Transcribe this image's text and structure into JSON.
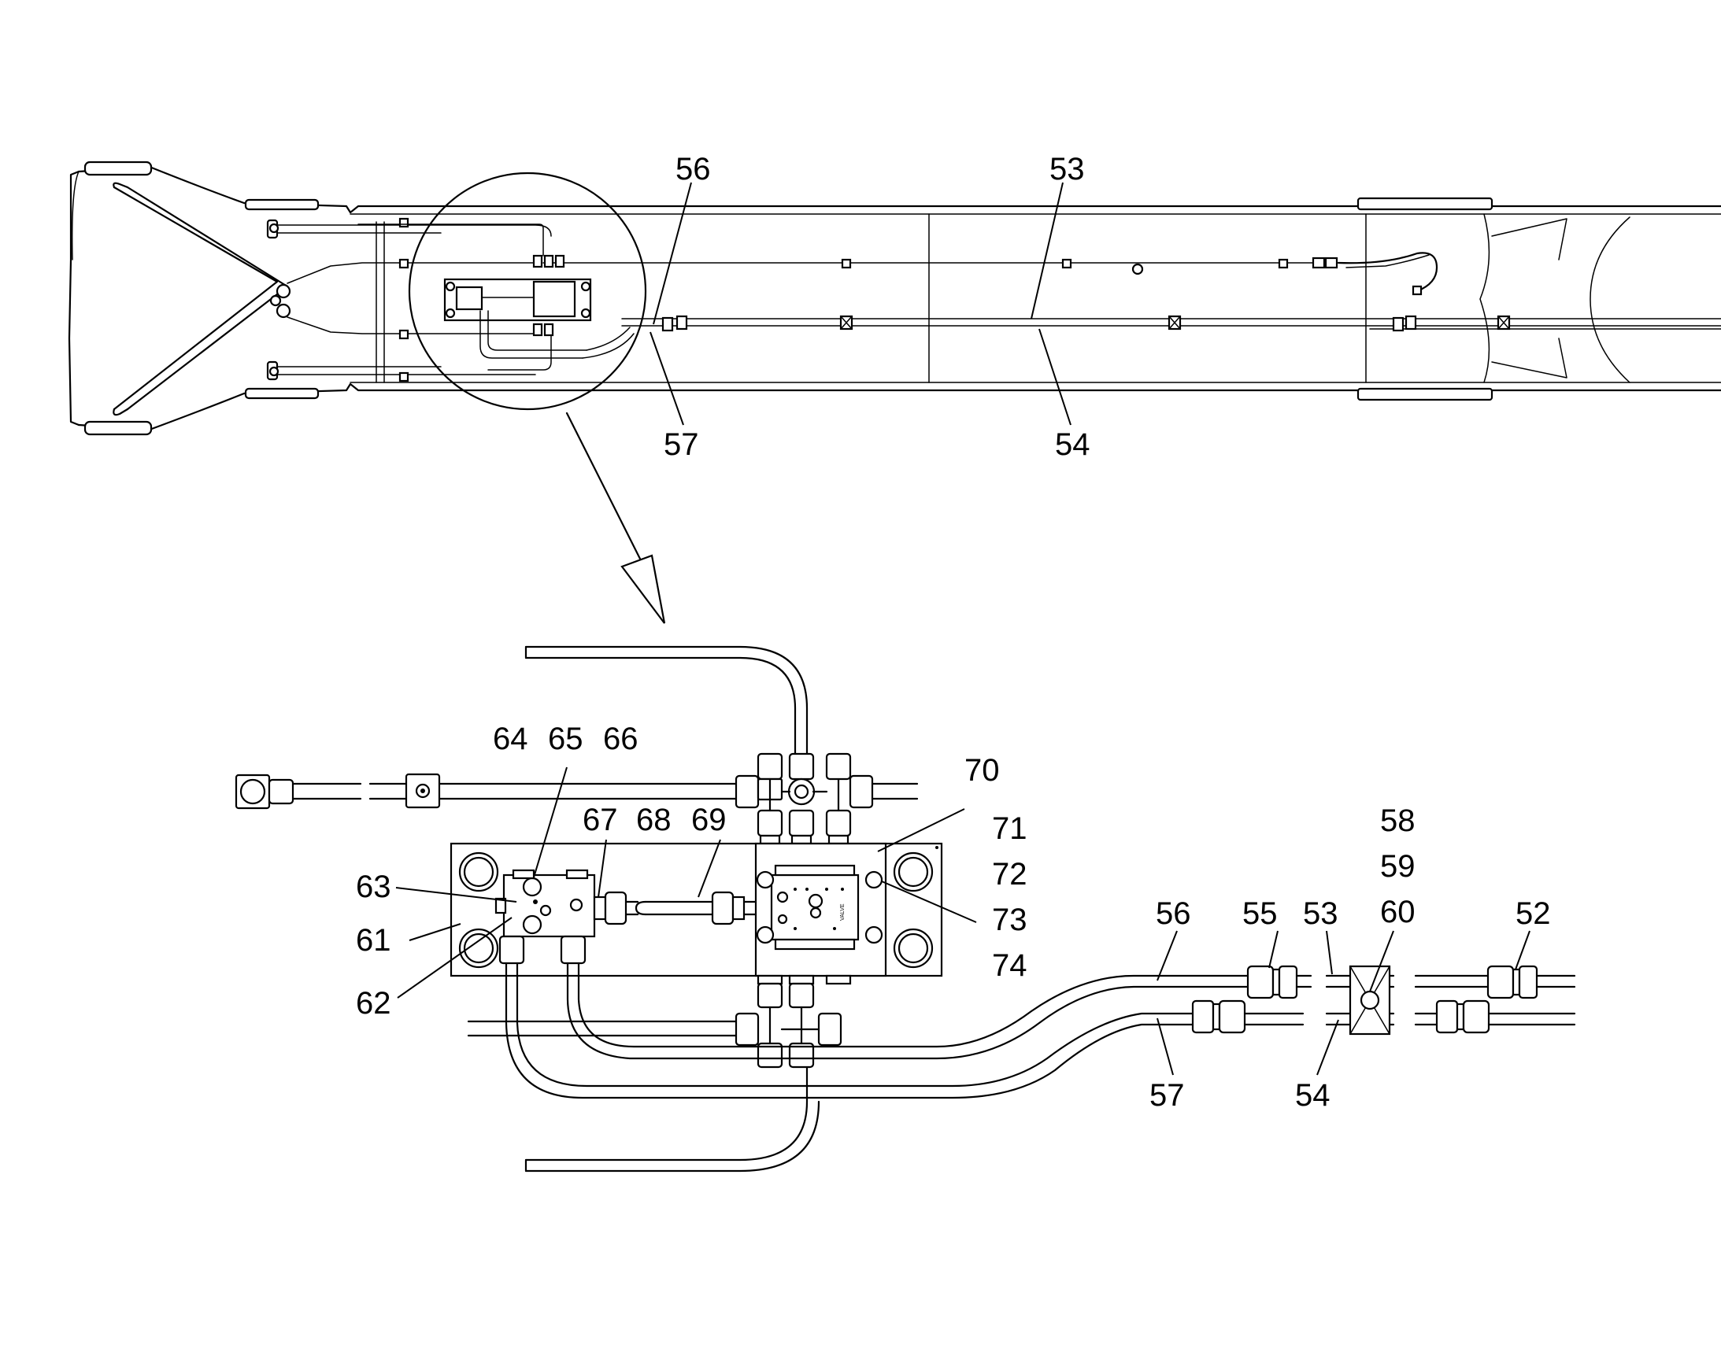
{
  "overview_callouts": [
    {
      "id": "c56-top",
      "label": "56"
    },
    {
      "id": "c53-top",
      "label": "53"
    },
    {
      "id": "c57-top",
      "label": "57"
    },
    {
      "id": "c54-top",
      "label": "54"
    }
  ],
  "detail_callouts": [
    {
      "id": "c64",
      "label": "64"
    },
    {
      "id": "c65",
      "label": "65"
    },
    {
      "id": "c66",
      "label": "66"
    },
    {
      "id": "c70",
      "label": "70"
    },
    {
      "id": "c71",
      "label": "71"
    },
    {
      "id": "c72",
      "label": "72"
    },
    {
      "id": "c73",
      "label": "73"
    },
    {
      "id": "c74",
      "label": "74"
    },
    {
      "id": "c67",
      "label": "67"
    },
    {
      "id": "c68",
      "label": "68"
    },
    {
      "id": "c69",
      "label": "69"
    },
    {
      "id": "c63",
      "label": "63"
    },
    {
      "id": "c61",
      "label": "61"
    },
    {
      "id": "c62",
      "label": "62"
    },
    {
      "id": "c56-bot",
      "label": "56"
    },
    {
      "id": "c55",
      "label": "55"
    },
    {
      "id": "c53-bot",
      "label": "53"
    },
    {
      "id": "c58",
      "label": "58"
    },
    {
      "id": "c59",
      "label": "59"
    },
    {
      "id": "c60",
      "label": "60"
    },
    {
      "id": "c52",
      "label": "52"
    },
    {
      "id": "c57-bot",
      "label": "57"
    },
    {
      "id": "c54-bot",
      "label": "54"
    }
  ]
}
